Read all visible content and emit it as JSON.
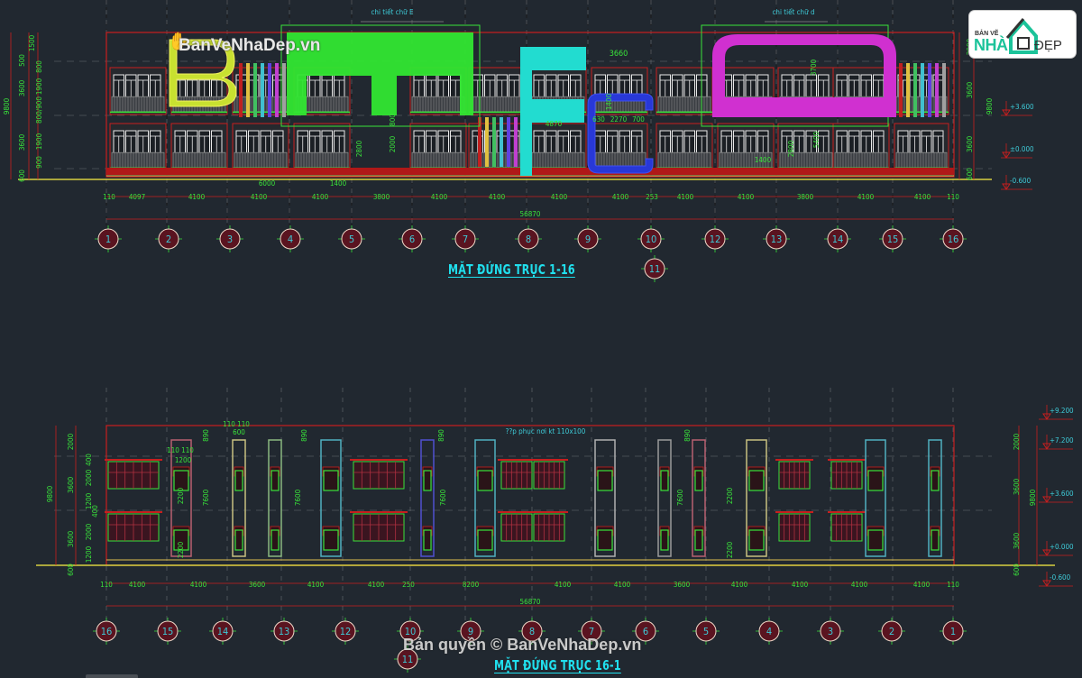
{
  "drawing": {
    "background": "#212830",
    "colors": {
      "dim_text": "#39e33a",
      "grid_line": "#9aa0a6",
      "outline_red": "#c81e1e",
      "axis_circle_fill": "#5a1420",
      "axis_circle_stroke": "#f0d8c8",
      "axis_label": "#3ecbd8",
      "level_text": "#3ecbd8",
      "ground_yellow": "#d8d040",
      "title_cyan": "#20e0ee"
    }
  },
  "elevation_top": {
    "title": "MẶT ĐỨNG TRỤC 1-16",
    "detail_labels": [
      "chi tiết chữ E",
      "chi tiết chữ d"
    ],
    "letters": [
      {
        "char": "B",
        "color": "#c8e030"
      },
      {
        "char": "T",
        "color": "#32e632"
      },
      {
        "char": "F",
        "color": "#22dcd0"
      },
      {
        "char": "C",
        "color": "#2838d8"
      },
      {
        "char": "D",
        "color": "#d030d0"
      }
    ],
    "axes": [
      "1",
      "2",
      "3",
      "4",
      "5",
      "6",
      "7",
      "8",
      "9",
      "10",
      "12",
      "13",
      "14",
      "15",
      "16"
    ],
    "sub_axis": "11",
    "spans": [
      "110",
      "4097",
      "4100",
      "4100",
      "4100",
      "3800",
      "4100",
      "4100",
      "4100",
      "4100",
      "253",
      "4100",
      "4100",
      "3800",
      "4100",
      "4100",
      "110"
    ],
    "total": "56870",
    "upper_dims": [
      "6000",
      "1400",
      "3660",
      "4870",
      "630",
      "2270",
      "700",
      "1400",
      "3700",
      "5400",
      "1400",
      "2800",
      "2000",
      "800",
      "2800"
    ],
    "left_dims": [
      "1500",
      "500",
      "3600",
      "800",
      "1900",
      "800/900",
      "9800",
      "3600",
      "1900",
      "900",
      "600"
    ],
    "right_dims": [
      "2000",
      "3600",
      "9800",
      "3600",
      "600"
    ],
    "levels": [
      "+3.600",
      "±0.000",
      "-0.600"
    ]
  },
  "elevation_bottom": {
    "title": "MẶT ĐỨNG TRỤC 16-1",
    "note": "??p phục nơi kt 110x100",
    "axes": [
      "16",
      "15",
      "14",
      "13",
      "12",
      "10",
      "9",
      "8",
      "7",
      "6",
      "5",
      "4",
      "3",
      "2",
      "1"
    ],
    "sub_axis": "11",
    "spans": [
      "110",
      "4100",
      "4100",
      "3600",
      "4100",
      "4100",
      "250",
      "8200",
      "4100",
      "4100",
      "3600",
      "4100",
      "4100",
      "4100",
      "4100",
      "110"
    ],
    "total": "56870",
    "top_dims": [
      "110  110",
      "600",
      "110",
      "110",
      "890",
      "890",
      "1200",
      "7600",
      "400",
      "2200"
    ],
    "left_dims": [
      "2000",
      "400",
      "3600",
      "2000",
      "1200",
      "9800",
      "400",
      "3600",
      "2000",
      "1200",
      "600"
    ],
    "right_dims": [
      "2000",
      "3600",
      "9800",
      "3600",
      "600"
    ],
    "levels": [
      "+9.200",
      "+7.200",
      "+3.600",
      "+0.000",
      "-0.600"
    ]
  },
  "watermark": {
    "top": "BanVeNhaDep.vn",
    "bottom": "Bản quyền © BanVeNhaDep.vn"
  },
  "logo": {
    "small_text": "BẢN VẼ",
    "main_text": "NHÀ",
    "suffix_text": "ĐẸP"
  }
}
